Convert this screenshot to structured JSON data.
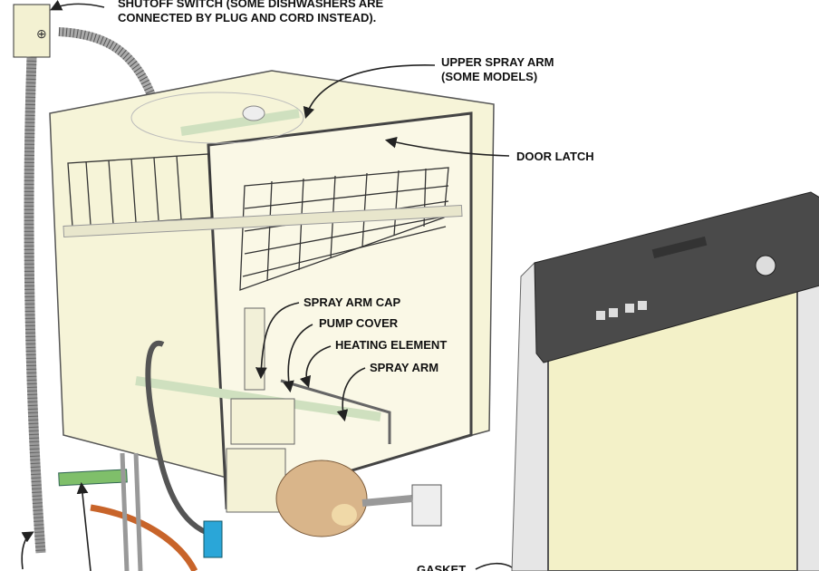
{
  "labels": {
    "shutoff_line1": "SHUTOFF SWITCH (SOME DISHWASHERS ARE",
    "shutoff_line2": "CONNECTED BY PLUG AND CORD INSTEAD).",
    "upper_spray_line1": "UPPER SPRAY ARM",
    "upper_spray_line2": "(SOME MODELS)",
    "door_latch": "DOOR LATCH",
    "spray_arm_cap": "SPRAY ARM CAP",
    "pump_cover": "PUMP COVER",
    "heating_element": "HEATING ELEMENT",
    "spray_arm": "SPRAY ARM",
    "gasket": "GASKET"
  },
  "colors": {
    "tub": "#f6f4d8",
    "door_panel": "#4a4a4a",
    "door_inner": "#f3f1c8",
    "hose": "#9a9a9a",
    "motor": "#d9b58a",
    "valve": "#2aa6d8",
    "pipe_green": "#7fbf6a",
    "pipe_orange": "#c8642a"
  }
}
